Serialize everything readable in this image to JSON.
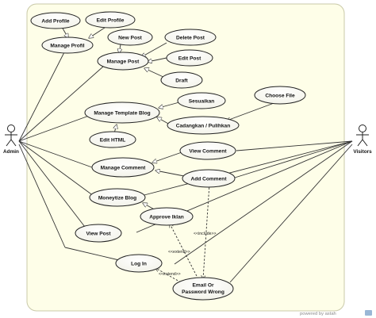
{
  "use_cases": {
    "add_profile": "Add Profile",
    "edit_profile": "Edit Profile",
    "manage_profil": "Manage Profil",
    "new_post": "New Post",
    "delete_post": "Delete Post",
    "manage_post": "Manage Post",
    "edit_post": "Edit Post",
    "draft": "Draft",
    "sesuaikan": "Sesuaikan",
    "choose_file": "Choose File",
    "manage_template_blog": "Manage Template Blog",
    "cadangkan_pulihkan": "Cadangkan / Pulihkan",
    "edit_html": "Edit HTML",
    "view_comment": "View Comment",
    "manage_comment": "Manage Comment",
    "add_comment": "Add Comment",
    "moneytize_blog": "Moneytize Blog",
    "approve_iklan": "Approve Iklan",
    "view_post": "View Post",
    "log_in": "Log In",
    "email_or_password_wrong_line1": "Email Or",
    "email_or_password_wrong_line2": "Password Wrong"
  },
  "actors": {
    "admin": "Admin",
    "visitors": "Visitors"
  },
  "stereotypes": {
    "include": "<<include>>",
    "extend_1": "<<extend>>",
    "extend_2": "<<extend>>"
  },
  "footer": {
    "text": "powered by astah",
    "logo": "astah-logo"
  },
  "colors": {
    "boundary_fill": "#fefee8",
    "usecase_fill": "#ffffff",
    "line": "#333333"
  }
}
